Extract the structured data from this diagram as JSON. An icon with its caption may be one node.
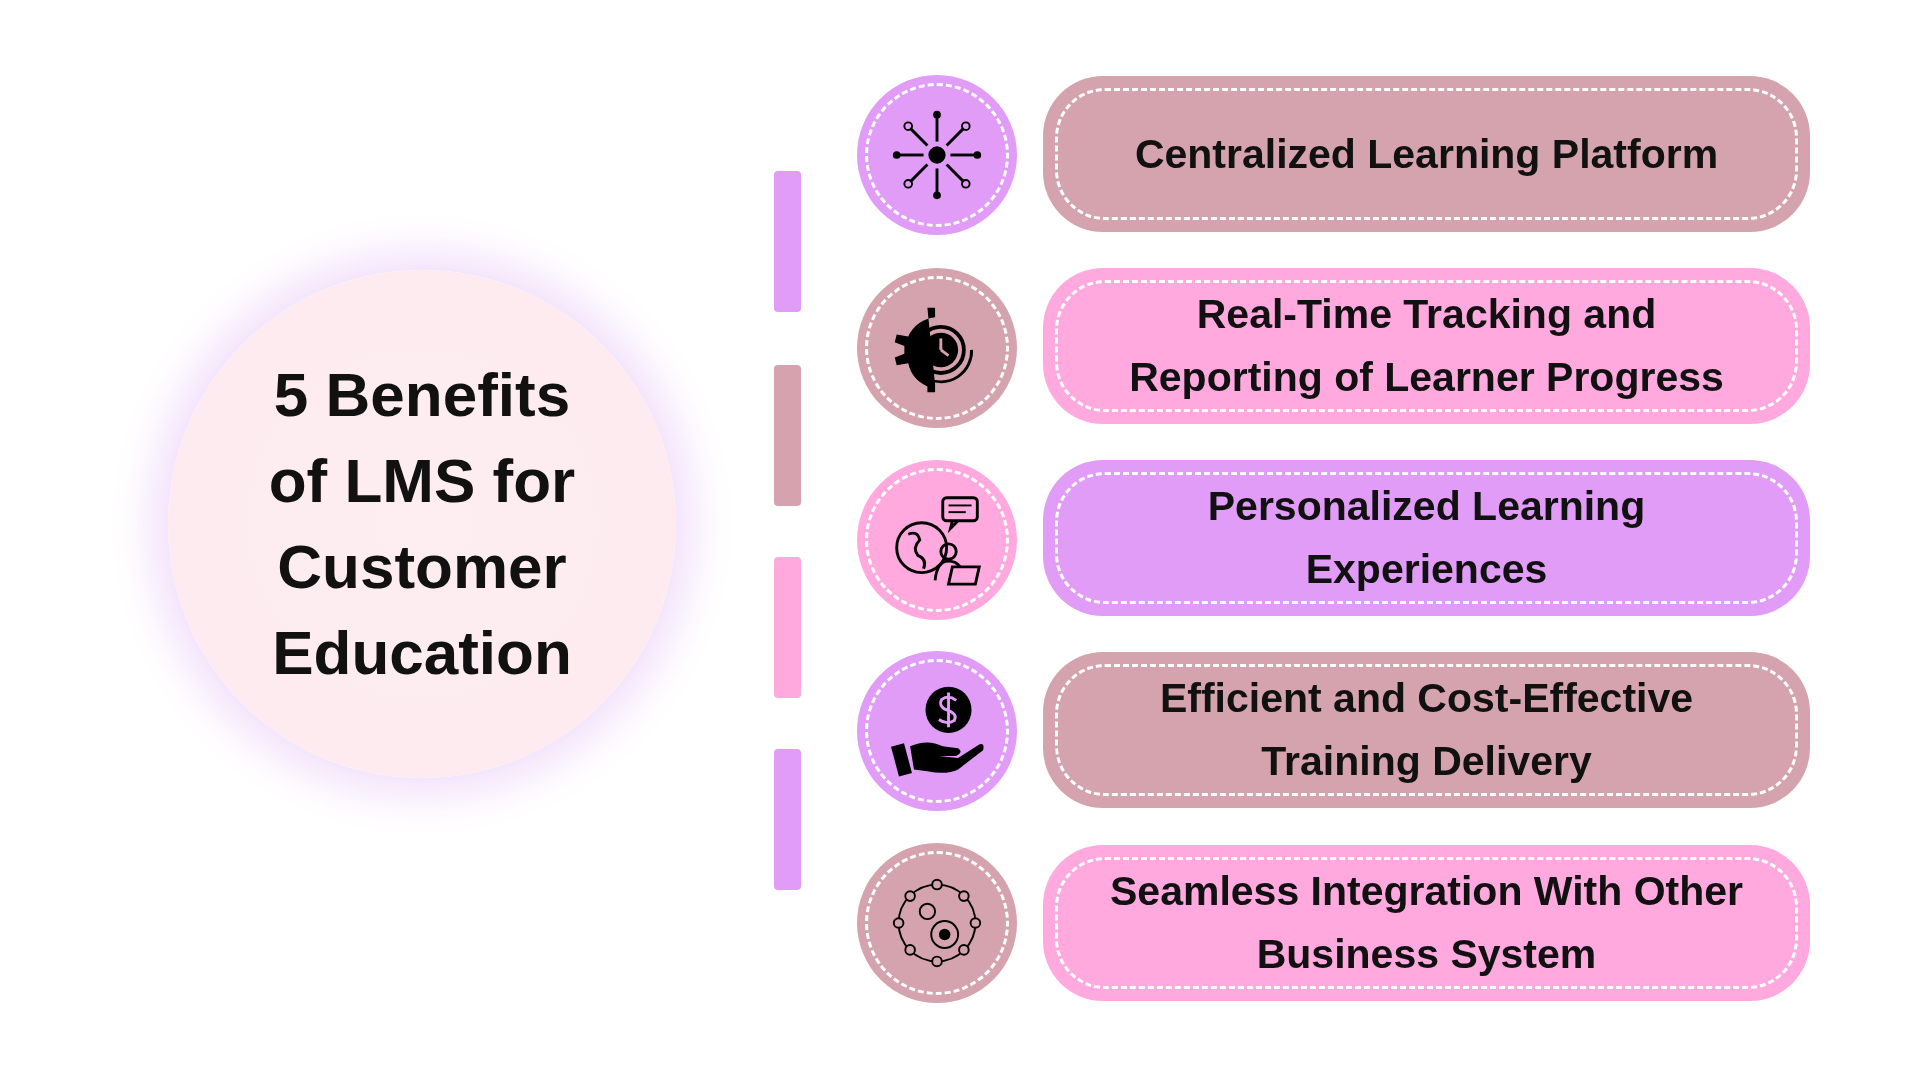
{
  "diagram": {
    "nodes": [
      {
        "text": [
          "5 Benefits of LMS for Customer Education"
        ]
      },
      {
        "text": [
          "Centralized Learning Platform"
        ]
      },
      {
        "text": [
          "Real-Time Tracking and Reporting of Learner Progress"
        ]
      },
      {
        "text": [
          "Personalized Learning Experiences"
        ]
      },
      {
        "text": [
          "Efficient and Cost-Effective Training Delivery"
        ]
      },
      {
        "text": [
          "Seamless Integration With Other Business System"
        ]
      }
    ]
  }
}
